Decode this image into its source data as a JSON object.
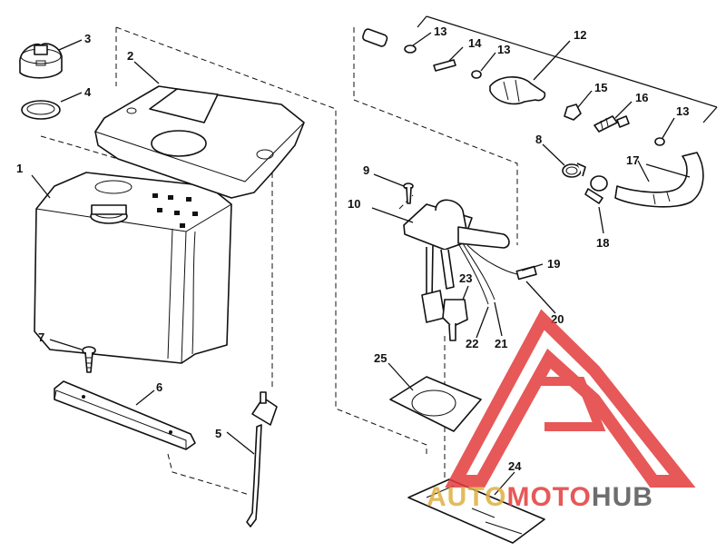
{
  "diagram": {
    "callouts": [
      {
        "id": "c1",
        "text": "1"
      },
      {
        "id": "c2",
        "text": "2"
      },
      {
        "id": "c3",
        "text": "3"
      },
      {
        "id": "c4",
        "text": "4"
      },
      {
        "id": "c5",
        "text": "5"
      },
      {
        "id": "c6",
        "text": "6"
      },
      {
        "id": "c7",
        "text": "7"
      },
      {
        "id": "c8",
        "text": "8"
      },
      {
        "id": "c9",
        "text": "9"
      },
      {
        "id": "c10",
        "text": "10"
      },
      {
        "id": "c12",
        "text": "12"
      },
      {
        "id": "c13a",
        "text": "13"
      },
      {
        "id": "c13b",
        "text": "13"
      },
      {
        "id": "c13c",
        "text": "13"
      },
      {
        "id": "c14",
        "text": "14"
      },
      {
        "id": "c15",
        "text": "15"
      },
      {
        "id": "c16",
        "text": "16"
      },
      {
        "id": "c17",
        "text": "17"
      },
      {
        "id": "c18",
        "text": "18"
      },
      {
        "id": "c19",
        "text": "19"
      },
      {
        "id": "c20",
        "text": "20"
      },
      {
        "id": "c21",
        "text": "21"
      },
      {
        "id": "c22",
        "text": "22"
      },
      {
        "id": "c23",
        "text": "23"
      },
      {
        "id": "c24",
        "text": "24"
      },
      {
        "id": "c25",
        "text": "25"
      }
    ]
  },
  "watermark": {
    "part1": "AUTO",
    "part2": "MOTO",
    "part3": "HUB",
    "colors": {
      "red": "#e33b3b",
      "gold": "#e0b040",
      "dark": "#555555"
    }
  }
}
